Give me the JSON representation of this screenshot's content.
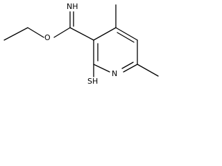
{
  "atoms": {
    "imine": "NH",
    "ether_oxygen": "O",
    "thiol": "SH",
    "ring_nitrogen": "N"
  },
  "colors": {
    "background": "#ffffff",
    "bond": "#000000",
    "label": "#000000"
  }
}
